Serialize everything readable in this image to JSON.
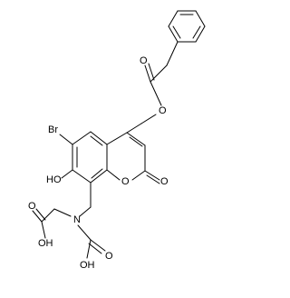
{
  "structure": {
    "atoms": {
      "br": "Br",
      "hydroxyl": "HO",
      "ring_oxygen": "O",
      "lactone_carbonyl_oxygen": "O",
      "ester_ether_oxygen": "O",
      "ester_carbonyl_oxygen": "O",
      "amine_nitrogen": "N",
      "acid1_carbonyl_oxygen": "O",
      "acid1_hydroxyl": "OH",
      "acid2_carbonyl_oxygen": "O",
      "acid2_hydroxyl": "OH"
    }
  }
}
